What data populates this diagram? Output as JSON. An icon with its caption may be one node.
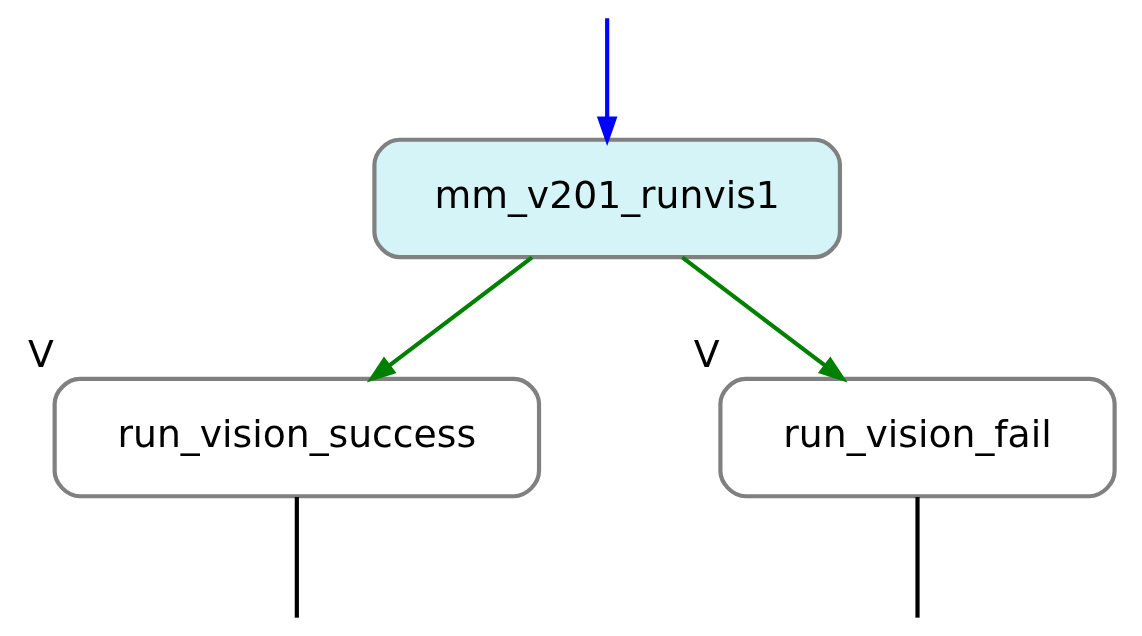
{
  "diagram": {
    "nodes": [
      {
        "text": [
          "mm_v201_runvis1"
        ]
      },
      {
        "text": [
          "run_vision_success"
        ],
        "beside": [
          "V"
        ]
      },
      {
        "text": [
          "run_vision_fail"
        ],
        "beside": [
          "V"
        ]
      }
    ],
    "edges": [
      {
        "from": null,
        "to": 0,
        "arrow": "to",
        "color": "#0000ff"
      },
      {
        "from": 0,
        "to": 1,
        "arrow": "to"
      },
      {
        "from": 0,
        "to": 2,
        "arrow": "to"
      },
      {
        "from": 1,
        "to": null,
        "arrow": "none",
        "color": "#000000"
      },
      {
        "from": 2,
        "to": null,
        "arrow": "none",
        "color": "#000000"
      }
    ]
  }
}
